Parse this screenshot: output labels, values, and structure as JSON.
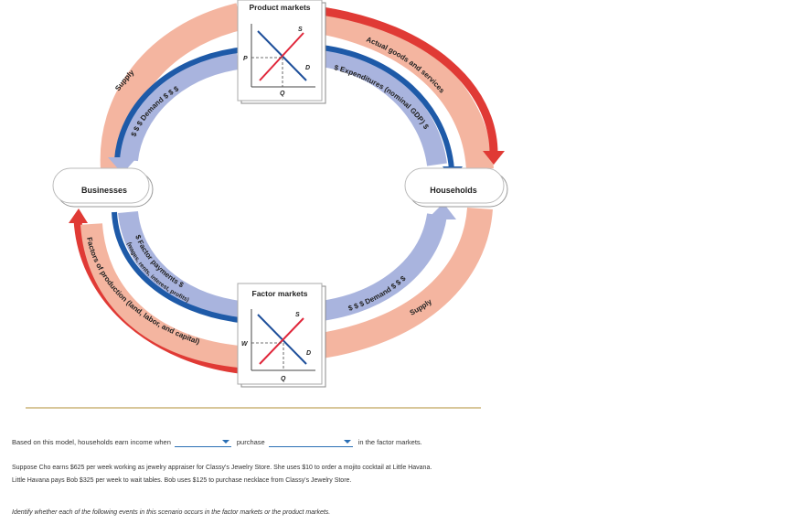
{
  "diagram": {
    "product_markets": {
      "title": "Product markets",
      "supply_label": "S",
      "demand_label": "D",
      "price_label": "P",
      "quantity_label": "Q"
    },
    "factor_markets": {
      "title": "Factor markets",
      "supply_label": "S",
      "demand_label": "D",
      "price_label": "W",
      "quantity_label": "Q"
    },
    "nodes": {
      "businesses": "Businesses",
      "households": "Households"
    },
    "flows": {
      "supply_top_left": "Supply",
      "demand_top_left": "$ $ $ Demand $ $ $",
      "actual_goods": "Actual goods and services",
      "expenditures": "$ Expenditures (nominal GDP) $",
      "factors_of_production": "Factors of production (land, labor, and capital)",
      "factor_payments": "$ Factor payments $",
      "factor_payments_detail": "(wages, rents, interest, profits)",
      "demand_bottom_right": "$ $ $ Demand $ $ $",
      "supply_bottom_right": "Supply"
    },
    "colors": {
      "red_flow": "#e03a35",
      "salmon_flow": "#f4b5a0",
      "blue_flow": "#1e5aa8",
      "lavender_flow": "#a9b4de",
      "supply_curve": "#e0263a",
      "demand_curve": "#1e4f9a"
    }
  },
  "question": {
    "prefix": "Based on this model, households earn income when",
    "middle": "purchase",
    "suffix": "in the factor markets."
  },
  "scenario": {
    "line1": "Suppose Cho earns $625 per week working as jewelry appraiser for Classy's Jewelry Store. She uses $10 to order a mojito cocktail at Little Havana.",
    "line2": "Little Havana pays Bob $325 per week to wait tables. Bob uses $125 to purchase necklace from Classy's Jewelry Store."
  },
  "instruction": "Identify whether each of the following events in this scenario occurs in the factor markets or the product markets."
}
